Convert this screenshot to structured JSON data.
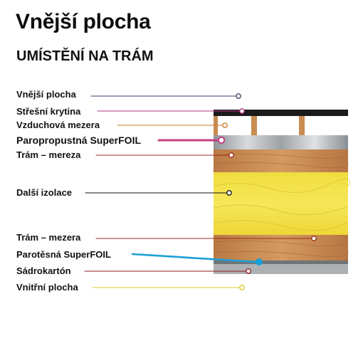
{
  "title": "Vnější plocha",
  "subtitle": "UMÍSTĚNÍ NA TRÁM",
  "labels": [
    {
      "text": "Vnější plocha",
      "color": "#3a3f6e"
    },
    {
      "text": "Střešní krytina",
      "color": "#b0357d"
    },
    {
      "text": "Vzduchová mezera",
      "color": "#d07a2a"
    },
    {
      "text": "Paropropustná  SuperFOIL",
      "color": "#c2407f"
    },
    {
      "text": "Trám – mereza",
      "color": "#9a2b1c"
    },
    {
      "text": "Další izolace",
      "color": "#111111"
    },
    {
      "text": "Trám – mezera",
      "color": "#9a2b1c"
    },
    {
      "text": "Parotěsná SuperFOIL",
      "color": "#1a9fd8"
    },
    {
      "text": "Sádrokartón",
      "color": "#8c1c1c"
    },
    {
      "text": "Vnitřní plocha",
      "color": "#e2c42a"
    }
  ]
}
